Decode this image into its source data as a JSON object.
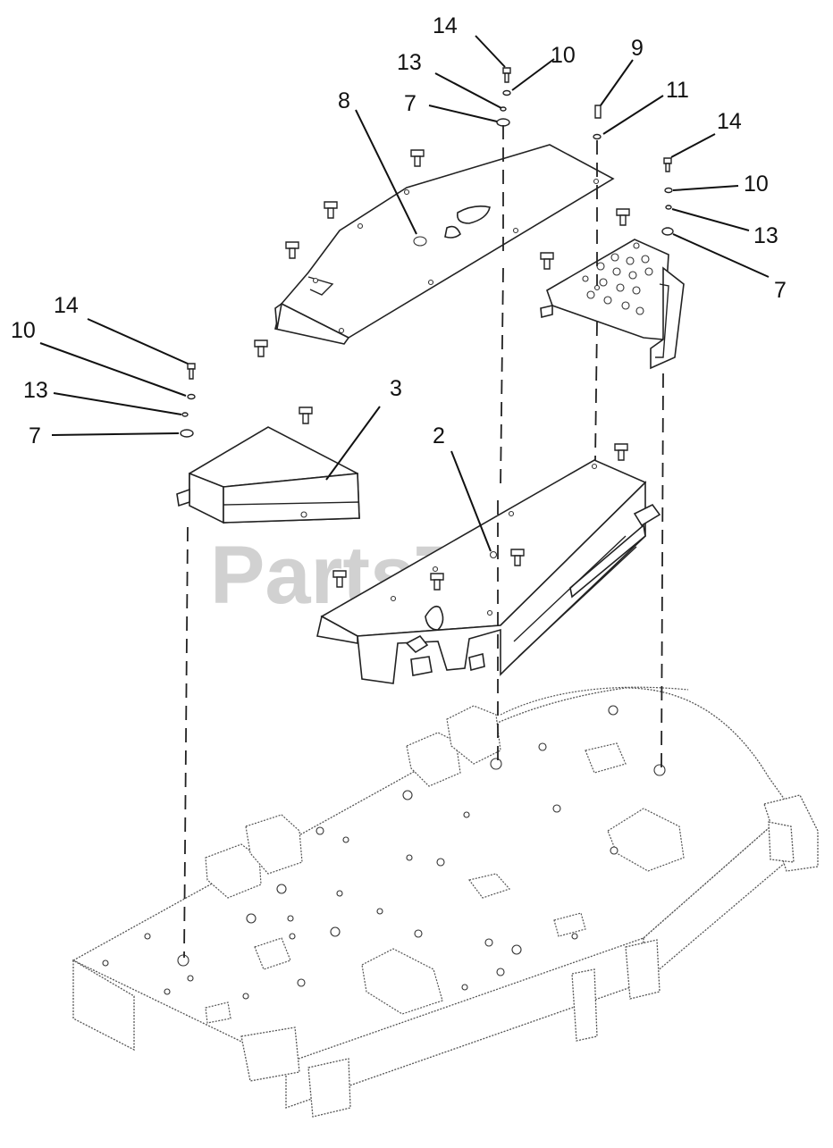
{
  "diagram": {
    "watermark": "PartsTree",
    "callouts": [
      {
        "id": "c14a",
        "text": "14"
      },
      {
        "id": "c10a",
        "text": "10"
      },
      {
        "id": "c13a",
        "text": "13"
      },
      {
        "id": "c7a",
        "text": "7"
      },
      {
        "id": "c8",
        "text": "8"
      },
      {
        "id": "c9",
        "text": "9"
      },
      {
        "id": "c11",
        "text": "11"
      },
      {
        "id": "c14b",
        "text": "14"
      },
      {
        "id": "c10b",
        "text": "10"
      },
      {
        "id": "c13b",
        "text": "13"
      },
      {
        "id": "c7b",
        "text": "7"
      },
      {
        "id": "c14c",
        "text": "14"
      },
      {
        "id": "c10c",
        "text": "10"
      },
      {
        "id": "c13c",
        "text": "13"
      },
      {
        "id": "c7c",
        "text": "7"
      },
      {
        "id": "c3",
        "text": "3"
      },
      {
        "id": "c2",
        "text": "2"
      }
    ]
  }
}
